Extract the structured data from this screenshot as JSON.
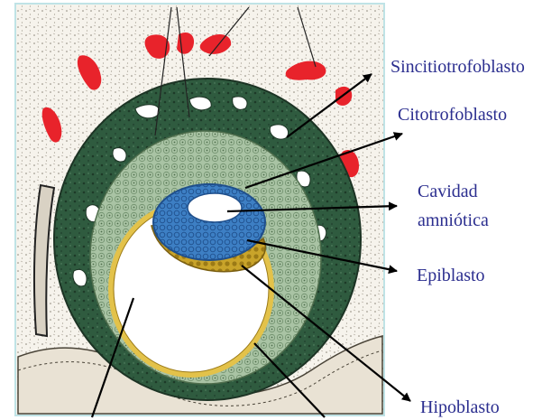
{
  "labels": {
    "sincitiotrofoblasto": "Sincitiotrofoblasto",
    "citotrofoblasto": "Citotrofoblasto",
    "cavidad_line1": "Cavidad",
    "cavidad_line2": "amniótica",
    "epiblasto": "Epiblasto",
    "hipoblasto": "Hipoblasto"
  },
  "colors": {
    "label_text": "#2b2e8f",
    "frame_border": "#bfe3e6",
    "syncytiotrophoblast": "#2f5b3f",
    "cytotrophoblast": "#a9c3a4",
    "epiblast": "#3d7fc4",
    "hypoblast": "#c9a42a",
    "heuser_membrane": "#e3c24a",
    "maternal_blood": "#e8232b",
    "endometrium_stroma": "#f4f1ea"
  }
}
